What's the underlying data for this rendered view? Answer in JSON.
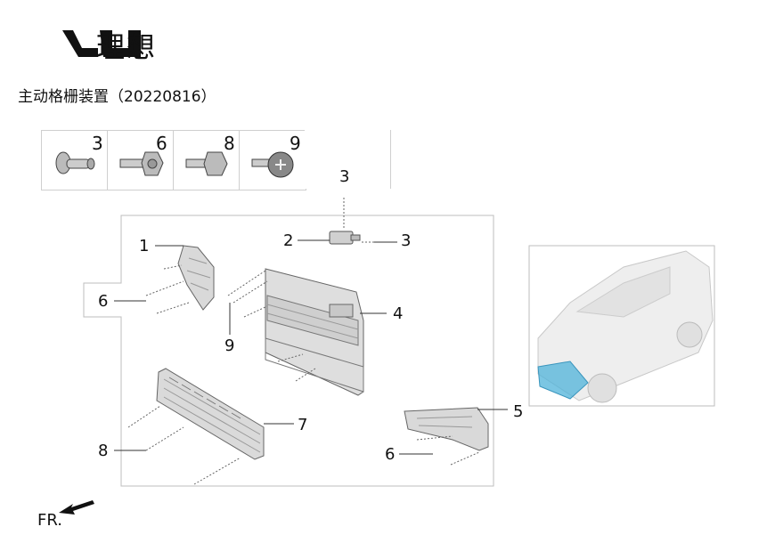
{
  "brand": {
    "name": "理想"
  },
  "page": {
    "subtitle": "主动格栅装置（20220816）",
    "direction_label": "FR."
  },
  "hardware": [
    "3",
    "6",
    "8",
    "9"
  ],
  "callouts": {
    "c1": "1",
    "c2": "2",
    "c3a": "3",
    "c3b": "3",
    "c4": "4",
    "c5": "5",
    "c6a": "6",
    "c6b": "6",
    "c7": "7",
    "c8": "8",
    "c9": "9"
  },
  "colors": {
    "highlight": "#4fb3d9",
    "line": "#333333",
    "part": "#d9d9d9"
  }
}
